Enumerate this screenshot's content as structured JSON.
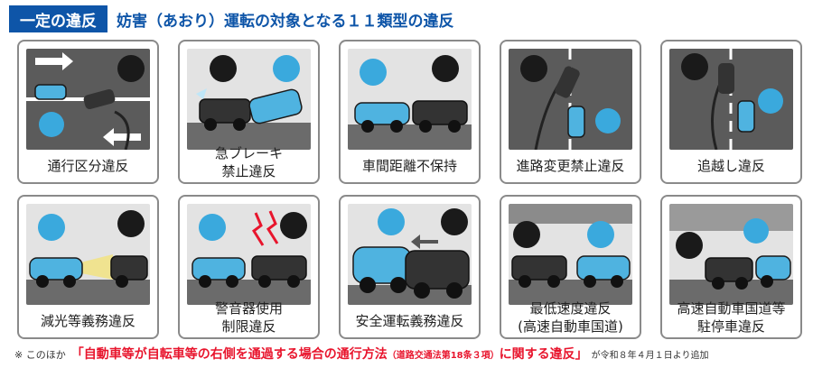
{
  "header": {
    "badge": "一定の違反",
    "title": "妨害（あおり）運転の対象となる１１類型の違反"
  },
  "cards": [
    {
      "line1": "通行区分違反"
    },
    {
      "line1": "急ブレーキ",
      "line2": "禁止違反"
    },
    {
      "line1": "車間距離不保持"
    },
    {
      "line1": "進路変更禁止違反"
    },
    {
      "line1": "追越し違反"
    },
    {
      "line1": "減光等義務違反"
    },
    {
      "line1": "警音器使用",
      "line2": "制限違反"
    },
    {
      "line1": "安全運転義務違反"
    },
    {
      "line1": "最低速度違反",
      "line2": "(高速自動車国道)"
    },
    {
      "line1": "高速自動車国道等",
      "line2": "駐停車違反"
    }
  ],
  "footnote": {
    "prefix": "※ このほか",
    "main_open": "「自動車等が自転車等の右側を通過する場合の通行方法",
    "paren": "（道路交通法第18条３項）",
    "main_close": "に関する違反」",
    "suffix": "が令和８年４月１日より追加"
  },
  "colors": {
    "accent": "#0e55a8",
    "alert": "#e8152d",
    "victim_car": "#4fb3e0",
    "aggressor_car": "#333333"
  }
}
